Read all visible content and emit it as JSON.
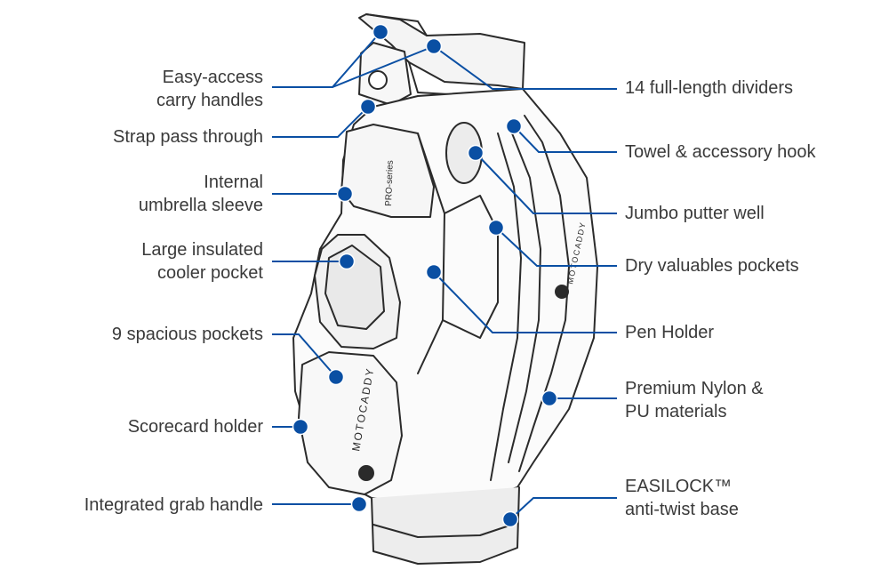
{
  "accent_color": "#0a4fa3",
  "bag_branding": {
    "pocket_logo": "MOTOCADDY",
    "side_logo": "MOTOCADDY",
    "series_text": "PRO-series"
  },
  "callouts_left": [
    {
      "lines": [
        "Easy-access",
        "carry handles"
      ]
    },
    {
      "lines": [
        "Strap pass through"
      ]
    },
    {
      "lines": [
        "Internal",
        "umbrella sleeve"
      ]
    },
    {
      "lines": [
        "Large insulated",
        "cooler pocket"
      ]
    },
    {
      "lines": [
        "9 spacious pockets"
      ]
    },
    {
      "lines": [
        "Scorecard holder"
      ]
    },
    {
      "lines": [
        "Integrated grab handle"
      ]
    }
  ],
  "callouts_right": [
    {
      "lines": [
        "14 full-length dividers"
      ]
    },
    {
      "lines": [
        "Towel & accessory hook"
      ]
    },
    {
      "lines": [
        "Jumbo putter well"
      ]
    },
    {
      "lines": [
        "Dry valuables pockets"
      ]
    },
    {
      "lines": [
        "Pen Holder"
      ]
    },
    {
      "lines": [
        "Premium Nylon &",
        "PU materials"
      ]
    },
    {
      "lines": [
        "EASILOCK™",
        "anti-twist base"
      ]
    }
  ]
}
